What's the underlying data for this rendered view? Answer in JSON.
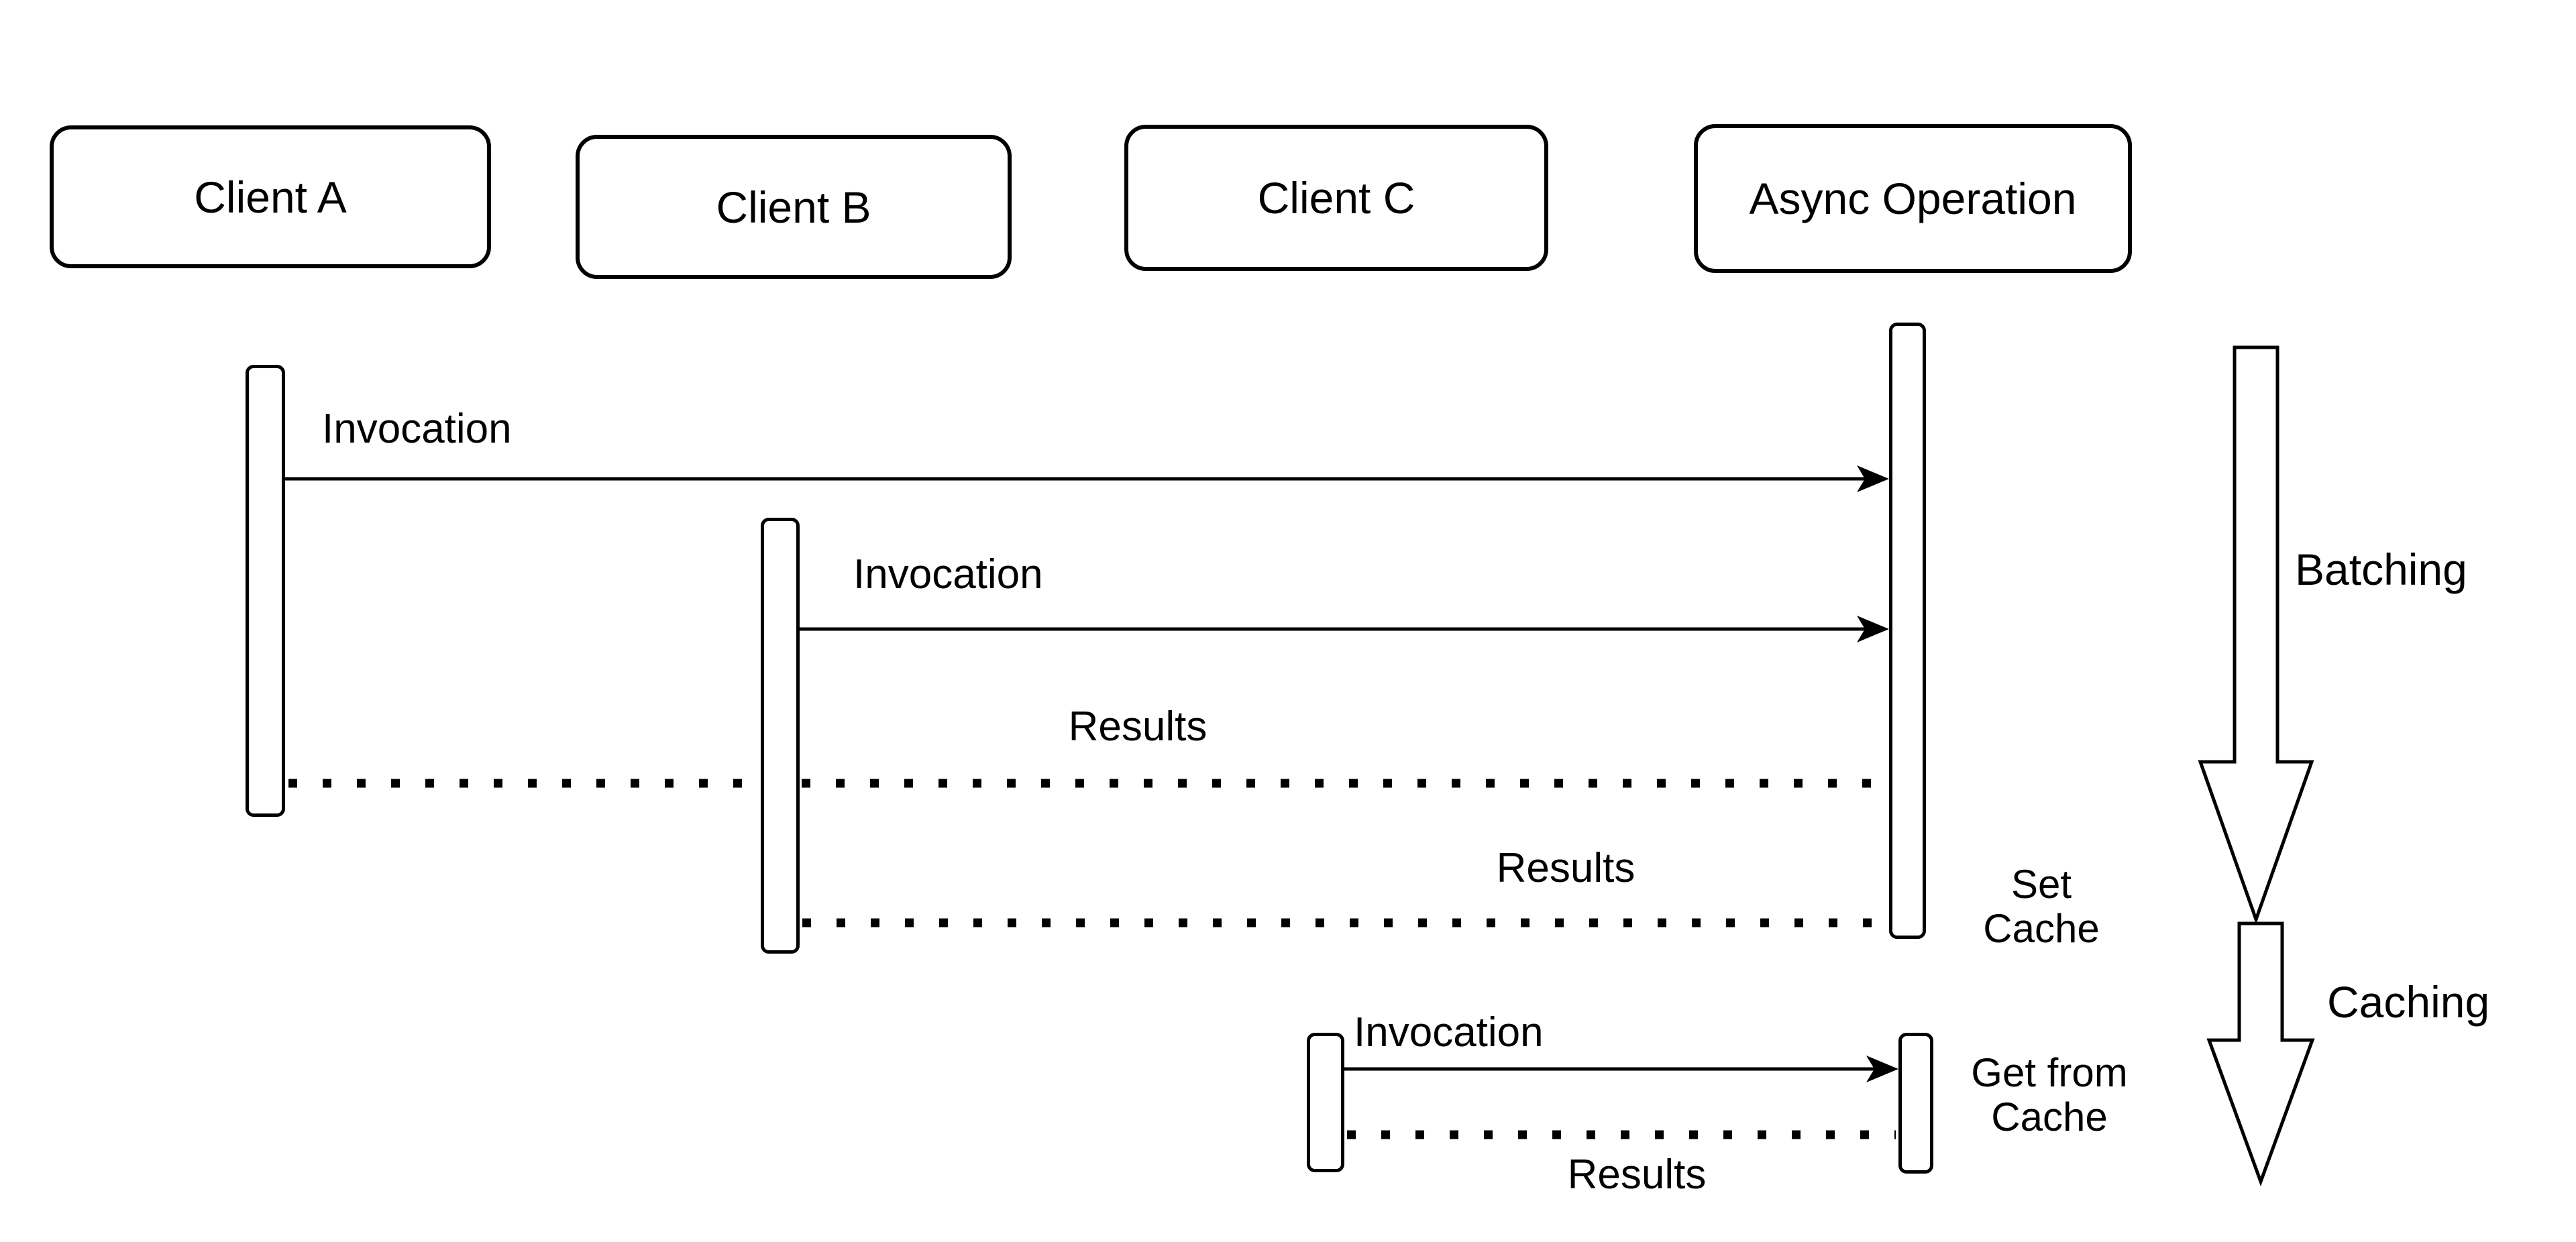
{
  "diagram": {
    "colors": {
      "background": "#ffffff",
      "stroke": "#000000",
      "text": "#000000"
    },
    "actors": [
      {
        "label": "Client A"
      },
      {
        "label": "Client B"
      },
      {
        "label": "Client C"
      },
      {
        "label": "Async Operation"
      }
    ],
    "messages": {
      "invocation_a": "Invocation",
      "invocation_b": "Invocation",
      "invocation_c": "Invocation",
      "results_a": "Results",
      "results_b": "Results",
      "results_c": "Results"
    },
    "annotations": {
      "set_cache": {
        "line1": "Set",
        "line2": "Cache"
      },
      "get_from_cache": {
        "line1": "Get from",
        "line2": "Cache"
      },
      "batching": "Batching",
      "caching": "Caching"
    }
  }
}
